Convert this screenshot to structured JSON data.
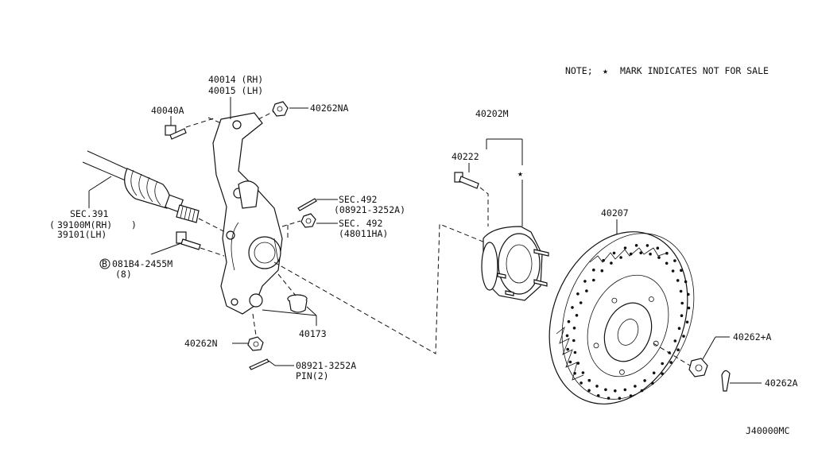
{
  "note": {
    "prefix": "NOTE;",
    "star": "★",
    "text": "MARK INDICATES NOT FOR SALE"
  },
  "diagram_code": "J40000MC",
  "labels": {
    "knuckle_rh": "40014 (RH)",
    "knuckle_lh": "40015 (LH)",
    "bolt_40040a": "40040A",
    "nut_40262na": "40262NA",
    "hub_assy": "40202M",
    "stud": "40222",
    "rotor": "40207",
    "sec391": "SEC.391",
    "shaft_rh": "39100M(RH)",
    "shaft_lh": "39101(LH)",
    "bolt_prefix": "B",
    "bolt_081b4": "081B4-2455M",
    "bolt_qty": "(8)",
    "sec492_a": "SEC.492",
    "sec492_a_sub": "(08921-3252A)",
    "sec492_b": "SEC. 492",
    "sec492_b_sub": "(48011HA)",
    "bushing": "40173",
    "nut_40262n": "40262N",
    "pin": "08921-3252A",
    "pin_qty": "PIN(2)",
    "nut_40262_plus_a": "40262+A",
    "cotter_40262a": "40262A",
    "not_for_sale_star": "★"
  }
}
